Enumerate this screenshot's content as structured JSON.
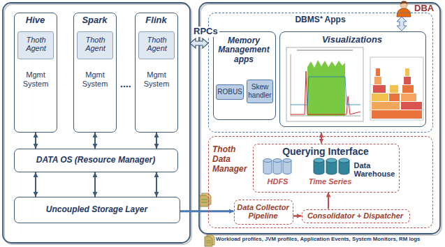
{
  "diagram": {
    "nodes": [
      {
        "text": [
          "Hive",
          "Mgmt System"
        ]
      },
      {
        "text": [
          "Thoth Agent"
        ],
        "in": 0
      },
      {
        "text": [
          "Spark",
          "Mgmt System"
        ]
      },
      {
        "text": [
          "Thoth Agent"
        ],
        "in": 2
      },
      {
        "text": [
          "Flink",
          "Mgmt System"
        ]
      },
      {
        "text": [
          "Thoth Agent"
        ],
        "in": 4
      },
      {
        "text": [
          "DATA OS (Resource Manager)"
        ]
      },
      {
        "text": [
          "Uncoupled Storage Layer"
        ]
      },
      {
        "text": [
          "DBMS⁺ Apps"
        ]
      },
      {
        "text": [
          "Memory Management apps"
        ],
        "in": 8
      },
      {
        "text": [
          "ROBUS"
        ],
        "in": 9
      },
      {
        "text": [
          "Skew handler"
        ],
        "in": 9
      },
      {
        "text": [
          "Visualizations"
        ],
        "in": 8
      },
      {
        "text": [
          "Thoth Data Manager"
        ]
      },
      {
        "text": [
          "Querying Interface",
          "HDFS",
          "Time Series",
          "Data Warehouse"
        ],
        "in": 13
      },
      {
        "text": [
          "Data Collector Pipeline"
        ],
        "in": 13
      },
      {
        "text": [
          "Consolidator + Dispatcher"
        ],
        "in": 13
      }
    ],
    "edges": [
      {
        "from": 0,
        "to": 6,
        "arrow": "both"
      },
      {
        "from": 2,
        "to": 6,
        "arrow": "both"
      },
      {
        "from": 4,
        "to": 6,
        "arrow": "both"
      },
      {
        "from": 6,
        "to": 7,
        "arrow": "both"
      },
      {
        "from": 6,
        "to": 7,
        "arrow": "both"
      },
      {
        "from": 6,
        "to": 7,
        "arrow": "both"
      },
      {
        "from": 7,
        "to": 15,
        "arrow": "to"
      },
      {
        "from": 15,
        "to": 16,
        "arrow": "to"
      },
      {
        "from": 16,
        "to": 14,
        "arrow": "to"
      },
      {
        "from": 14,
        "to": 8,
        "arrow": "both"
      }
    ],
    "labels": [
      "RPCs",
      "....",
      "DBA"
    ],
    "legend": [
      {
        "text": "Workload profiles, JVM profiles, Application Events, System Monitors, RM logs"
      }
    ]
  }
}
